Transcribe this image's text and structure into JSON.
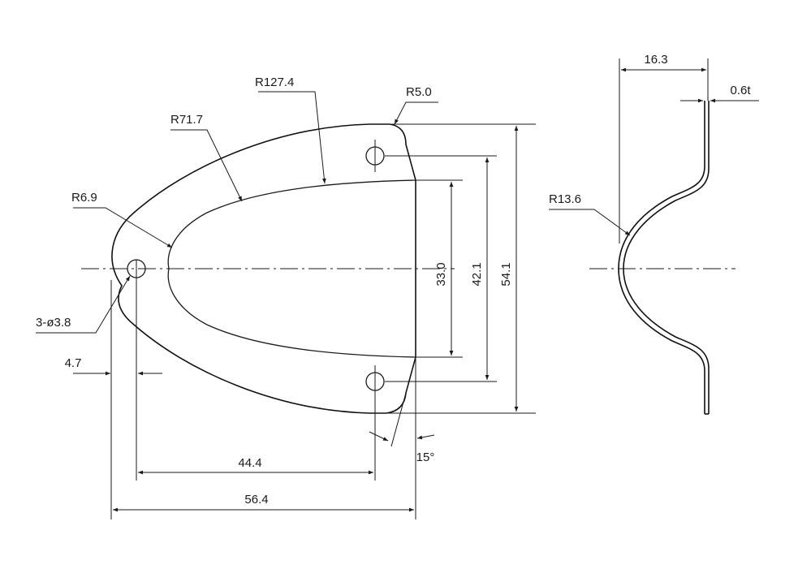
{
  "drawing": {
    "plan_view": {
      "radius_outer_large": "R127.4",
      "radius_outer": "R71.7",
      "radius_tip": "R6.9",
      "radius_corner": "R5.0",
      "hole_spec": "3-ø3.8",
      "dim_inner_width": "33.0",
      "dim_hole_spacing": "42.1",
      "dim_overall_width": "54.1",
      "dim_tip_offset": "4.7",
      "dim_hole_length": "44.4",
      "dim_overall_length": "56.4",
      "angle_edge": "15°"
    },
    "side_view": {
      "dim_depth": "16.3",
      "dim_thickness": "0.6t",
      "radius_bottom": "R13.6"
    }
  }
}
